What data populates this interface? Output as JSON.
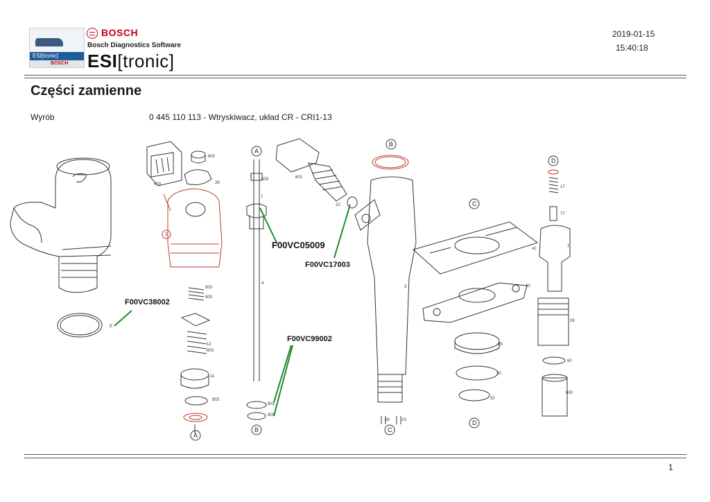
{
  "header": {
    "brand": "BOSCH",
    "software": "Bosch Diagnostics Software",
    "app_bold": "ESI",
    "app_rest": "[tronic]",
    "date": "2019-01-15",
    "time": "15:40:18"
  },
  "page": {
    "title": "Części zamienne",
    "product_label": "Wyrób",
    "product_value": "0 445 110 113 - Wtryskiwacz, układ CR - CRI1-13",
    "page_number": "1"
  },
  "diagram": {
    "codes": {
      "c1": "F00VC05009",
      "c2": "F00VC17003",
      "c3": "F00VC38002",
      "c4": "F00VC99002"
    },
    "circles": {
      "a": "A",
      "b": "B",
      "c": "C",
      "d": "D"
    },
    "part_labels": {
      "p602": "602",
      "p603": "603",
      "p26": "26",
      "p2": "2",
      "p803": "803",
      "p12": "12",
      "p11": "11",
      "p4": "4",
      "p7": "7",
      "p601": "601",
      "p22": "22",
      "p3": "3",
      "p41": "41",
      "p40": "40",
      "p29": "29",
      "p30": "30",
      "p32": "32",
      "p1": "1",
      "p17": "17",
      "p77": "77",
      "p28": "28",
      "p60": "60",
      "p600": "600",
      "p18": "18",
      "p19": "19",
      "pE": "E"
    },
    "highlight_color": "#c0392b",
    "leader_color": "#1e8a2a"
  }
}
